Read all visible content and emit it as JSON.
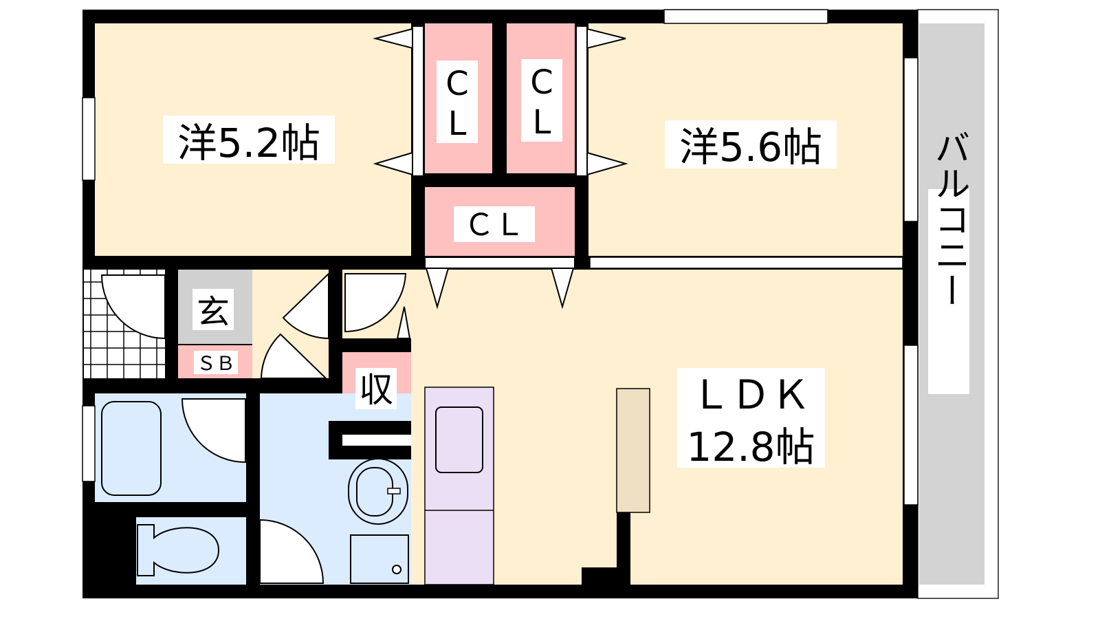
{
  "rooms": {
    "western1": {
      "label": "洋5.2帖"
    },
    "western2": {
      "label": "洋5.6帖"
    },
    "closet_a": {
      "line1": "C",
      "line2": "L"
    },
    "closet_b": {
      "line1": "C",
      "line2": "L"
    },
    "closet_c": {
      "label": "ＣＬ"
    },
    "entrance": {
      "label": "玄"
    },
    "shoe_box": {
      "label": "ＳＢ"
    },
    "storage": {
      "label": "収"
    },
    "ldk": {
      "line1": "ＬＤＫ",
      "line2": "12.8帖"
    },
    "balcony": {
      "label": "バルコニー"
    }
  },
  "colors": {
    "room": "#fef0d0",
    "closet": "#ffc0c0",
    "wet": "#dcecff",
    "kitchen": "#ebdff5",
    "entrance": "#d0d0d0",
    "balcony": "#d3d3d3",
    "counter": "#efdfc3",
    "wall": "#000000"
  }
}
